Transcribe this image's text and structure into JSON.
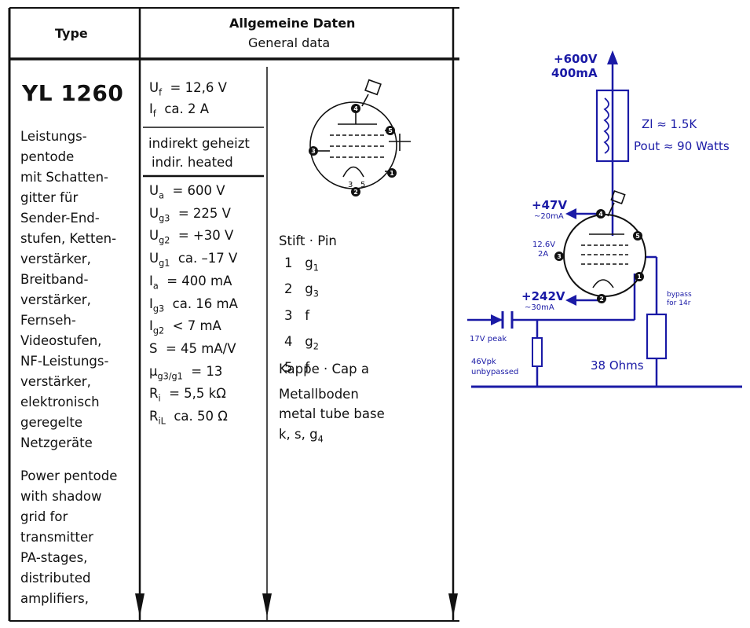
{
  "header": {
    "type_label": "Type",
    "general_de": "Allgemeine Daten",
    "general_en": "General data"
  },
  "tube": {
    "name": "YL 1260",
    "description_de": [
      "Leistungs-",
      "pentode",
      "mit Schatten-",
      "gitter für",
      "Sender-End-",
      "stufen, Ketten-",
      "verstärker,",
      "Breitband-",
      "verstärker,",
      "Fernseh-",
      "Videostufen,",
      "NF-Leistungs-",
      "verstärker,",
      "elektronisch",
      "geregelte",
      "Netzgeräte"
    ],
    "description_en": [
      "Power pentode",
      "with shadow",
      "grid for",
      "transmitter",
      "PA-stages,",
      "distributed",
      "amplifiers,"
    ]
  },
  "heater": {
    "uf_sym": "U",
    "uf_sub": "f",
    "uf_val": "= 12,6 V",
    "if_sym": "I",
    "if_sub": "f",
    "if_val": "ca.    2 A",
    "indirect_de": "indirekt geheizt",
    "indirect_en": "indir. heated"
  },
  "ratings": [
    {
      "sym": "U",
      "sub": "a",
      "val": "= 600 V"
    },
    {
      "sym": "U",
      "sub": "g3",
      "val": "= 225 V"
    },
    {
      "sym": "U",
      "sub": "g2",
      "val": "= +30 V"
    },
    {
      "sym": "U",
      "sub": "g1",
      "val": "ca. –17 V"
    },
    {
      "sym": "I",
      "sub": "a",
      "val": "= 400 mA"
    },
    {
      "sym": "I",
      "sub": "g3",
      "val": "ca. 16 mA"
    },
    {
      "sym": "I",
      "sub": "g2",
      "val": "<    7 mA"
    },
    {
      "sym": "S",
      "sub": "",
      "val": "=    45 mA/V"
    },
    {
      "sym": "μ",
      "sub": "g3/g1",
      "val": "= 13"
    },
    {
      "sym": "R",
      "sub": "i",
      "val": "= 5,5 kΩ"
    },
    {
      "sym": "R",
      "sub": "iL",
      "val": "ca. 50 Ω"
    }
  ],
  "pins": {
    "title": "Stift · Pin",
    "rows": [
      {
        "num": "1",
        "sym": "g",
        "sub": "1"
      },
      {
        "num": "2",
        "sym": "g",
        "sub": "3"
      },
      {
        "num": "3",
        "sym": "f",
        "sub": ""
      },
      {
        "num": "4",
        "sym": "g",
        "sub": "2"
      },
      {
        "num": "5",
        "sym": "f",
        "sub": ""
      }
    ],
    "cap": "Kappe · Cap a",
    "base_de": "Metallboden",
    "base_en": "metal tube base",
    "base_pins": "k, s, g",
    "base_pins_sub": "4"
  },
  "symbol_pin_labels": [
    "4",
    "5",
    "3",
    "1",
    "3",
    "5",
    "2"
  ],
  "circuit": {
    "supply_v": "+600V",
    "supply_i": "400mA",
    "zl": "Zl ≈ 1.5K",
    "pout": "Pout ≈ 90 Watts",
    "g2_v": "+47V",
    "g2_i": "~20mA",
    "heater": "12.6V",
    "heater_i": "2A",
    "g3_v": "+242V",
    "g3_i": "~30mA",
    "bypass": "bypass",
    "bypass2": "for 14r",
    "input_peak": "17V peak",
    "vpk": "46Vpk",
    "unbypassed": "unbypassed",
    "r_cathode": "38 Ohms",
    "pin_labels": [
      "4",
      "5",
      "3",
      "1",
      "2"
    ]
  },
  "colors": {
    "ink": "#111111",
    "circuit_blue": "#1a1aa6"
  }
}
